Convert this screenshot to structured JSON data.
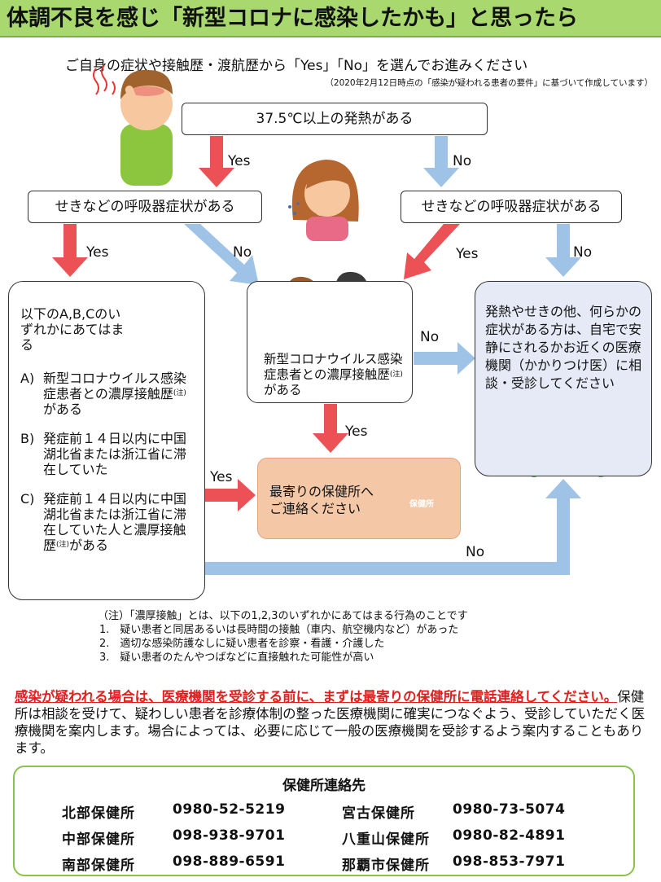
{
  "title": "体調不良を感じ「新型コロナに感染したかも」と思ったら",
  "intro": "ご自身の症状や接触歴・渡航歴から「Yes」「No」を選んでお進みください",
  "date_note": "（2020年2月12日時点の「感染が疑われる患者の要件」に基づいて作成しています）",
  "flow": {
    "q_fever": "37.5℃以上の発熱がある",
    "q_cough_left": "せきなどの呼吸器症状がある",
    "q_cough_right": "せきなどの呼吸器症状がある",
    "abc": {
      "head": "以下のA,B,Cのいずれかにあてはまる",
      "items": [
        {
          "letter": "A)",
          "text": "新型コロナウイルス感染症患者との濃厚接触歴",
          "sup": "(注)",
          "tail": "がある"
        },
        {
          "letter": "B)",
          "text": "発症前１４日以内に中国湖北省または浙江省に滞在していた",
          "sup": "",
          "tail": ""
        },
        {
          "letter": "C)",
          "text": "発症前１４日以内に中国湖北省または浙江省に滞在していた人と濃厚接触歴",
          "sup": "(注)",
          "tail": "がある"
        }
      ]
    },
    "contact": {
      "text": "新型コロナウイルス感染症患者との濃厚接触歴",
      "sup": "(注)",
      "tail": "がある"
    },
    "hoken": {
      "line1": "最寄りの保健所へ",
      "line2": "ご連絡ください",
      "sign": "保健所"
    },
    "other": "発熱やせきの他、何らかの症状がある方は、自宅で安静にされるかお近くの医療機関（かかりつけ医）に相談・受診してください",
    "labels": {
      "yes": "Yes",
      "no": "No"
    }
  },
  "footnote": {
    "head": "（注）「濃厚接触」とは、以下の1,2,3のいずれかにあてはまる行為のことです",
    "items": [
      "1.　疑い患者と同居あるいは長時間の接触（車内、航空機内など）があった",
      "2.　適切な感染防護なしに疑い患者を診察・看護・介護した",
      "3.　疑い患者のたんやつばなどに直接触れた可能性が高い"
    ]
  },
  "warning": {
    "red": "感染が疑われる場合は、医療機関を受診する前に、まずは最寄りの保健所に電話連絡してください。",
    "body": "保健所は相談を受けて、疑わしい患者を診療体制の整った医療機関に確実につなぐよう、受診していただく医療機関を案内します。場合によっては、必要に応じて一般の医療機関を受診するよう案内することもあります。"
  },
  "contacts": {
    "title": "保健所連絡先",
    "rows": [
      {
        "name": "北部保健所",
        "phone": "0980-52-5219"
      },
      {
        "name": "宮古保健所",
        "phone": "0980-73-5074"
      },
      {
        "name": "中部保健所",
        "phone": "098-938-9701"
      },
      {
        "name": "八重山保健所",
        "phone": "0980-82-4891"
      },
      {
        "name": "南部保健所",
        "phone": "098-889-6591"
      },
      {
        "name": "那覇市保健所",
        "phone": "098-853-7971"
      }
    ]
  },
  "colors": {
    "yes_arrow": "#ec5155",
    "no_arrow": "#9fc3e7",
    "title_bg": "#a9d86e",
    "hoken_bg": "#f4c8a6",
    "other_bg": "#e6e9f6"
  }
}
